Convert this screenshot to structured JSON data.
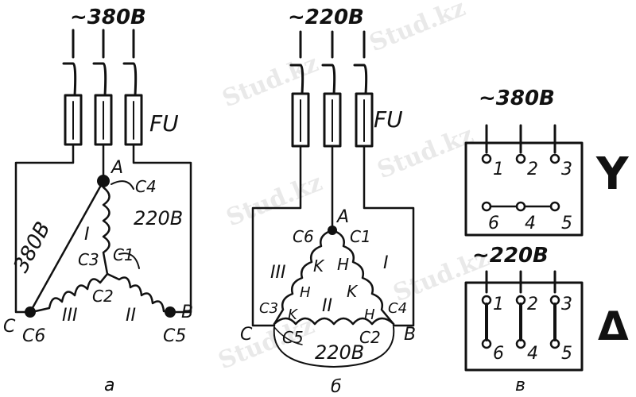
{
  "watermark": "Stud.kz",
  "panel_a": {
    "supply": "~380B",
    "fuse": "FU",
    "node_a": "A",
    "node_c": "C",
    "node_b": "B",
    "c4": "C4",
    "v220": "220B",
    "v380": "380B",
    "ph1": "I",
    "ph2": "II",
    "ph3": "III",
    "c1": "C1",
    "c2": "C2",
    "c3": "C3",
    "c5": "C5",
    "c6": "C6",
    "caption": "a"
  },
  "panel_b": {
    "supply": "~220B",
    "fuse": "FU",
    "node_a": "A",
    "node_c": "C",
    "node_b": "B",
    "c1": "C1",
    "c2": "C2",
    "c3": "C3",
    "c4": "C4",
    "c5": "C5",
    "c6": "C6",
    "ph1": "I",
    "ph2": "II",
    "ph3": "III",
    "k": "K",
    "h": "H",
    "v220": "220B",
    "caption": "б"
  },
  "panel_v": {
    "star_supply": "~380B",
    "delta_supply": "~220B",
    "t1": "1",
    "t2": "2",
    "t3": "3",
    "t4": "4",
    "t5": "5",
    "t6": "6",
    "star_symbol": "Y",
    "delta_symbol": "Δ",
    "caption": "в"
  }
}
